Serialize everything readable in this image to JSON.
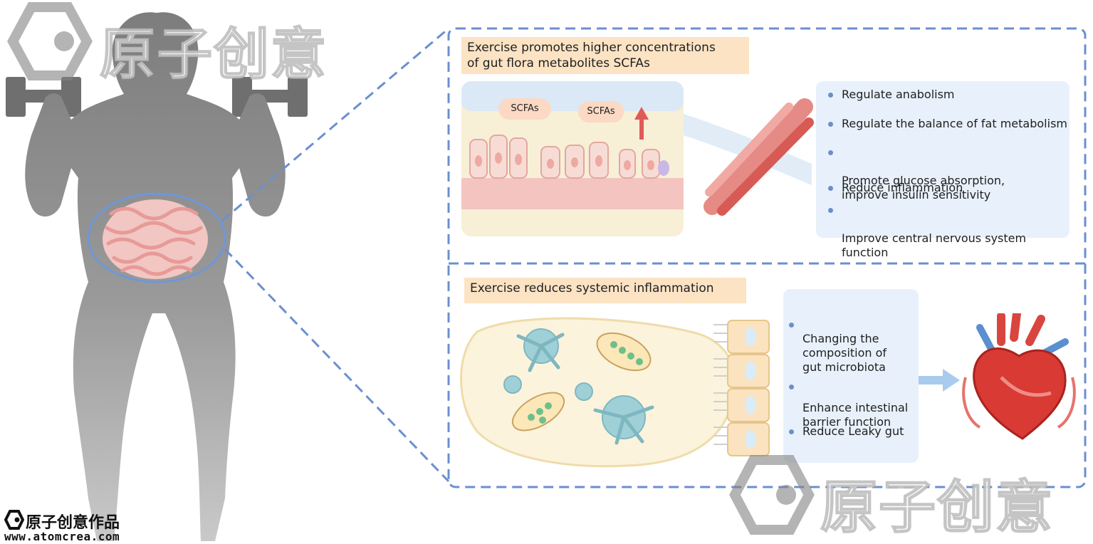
{
  "top_panel": {
    "heading": "Exercise promotes higher concentrations\nof gut flora metabolites SCFAs",
    "scfa_label_1": "SCFAs",
    "scfa_label_2": "SCFAs",
    "benefits": [
      "Regulate anabolism",
      "Regulate the balance of fat metabolism",
      "Promote glucose absorption,\nimprove insulin sensitivity",
      "Reduce inflammation",
      "Improve central nervous system\nfunction"
    ]
  },
  "bottom_panel": {
    "heading": "Exercise reduces systemic inflammation",
    "effects": [
      "Changing the\ncomposition of\ngut microbiota",
      "Enhance intestinal\nbarrier function",
      "Reduce Leaky gut"
    ]
  },
  "watermark": {
    "text_top": "原子创意",
    "text_bottom": "原子创意"
  },
  "credit": {
    "line1": "原子创意作品",
    "line2": "www.atomcrea.com"
  },
  "colors": {
    "dashed_border": "#6b8fd0",
    "header_bg": "#fbe3c4",
    "list_bg": "#e8f1fb",
    "silhouette": "#8a8a8a"
  }
}
